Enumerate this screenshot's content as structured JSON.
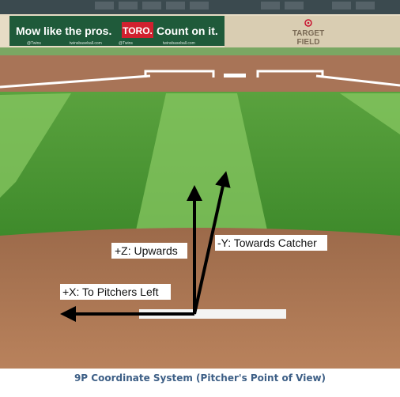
{
  "stadium": {
    "banner_left": "Mow like the pros.",
    "brand_logo": "TORO.",
    "banner_right": "Count on it.",
    "small_left": "@Twins",
    "small_mid": "twinsbaseball.com",
    "small_right": "@Twins",
    "small_right2": "twinsbaseball.com",
    "target_line1": "TARGET",
    "target_line2": "FIELD",
    "target_icon": "target-bullseye-icon"
  },
  "axes": {
    "z_label": "+Z: Upwards",
    "y_label": "-Y: Towards Catcher",
    "x_label": "+X: To Pitchers Left"
  },
  "caption": "9P Coordinate System (Pitcher's Point of View)",
  "colors": {
    "caption": "#3d5f86",
    "grass_dark": "#3f8a2c",
    "grass_light": "#7fbf5a",
    "dirt": "#b07a55",
    "banner": "#1f5a3a",
    "toro_red": "#d2202f",
    "arrow": "#000000"
  }
}
